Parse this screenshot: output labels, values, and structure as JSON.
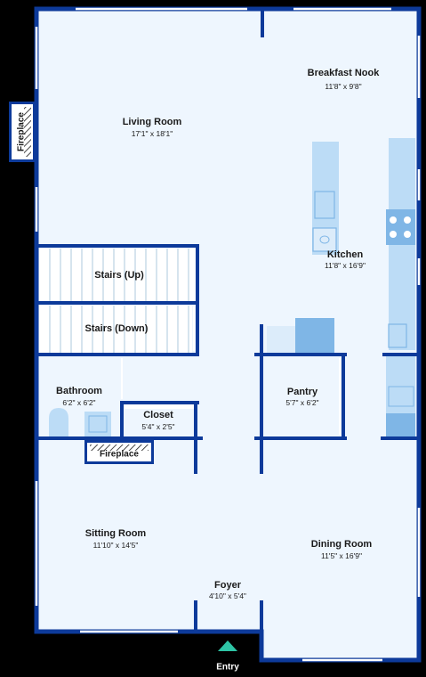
{
  "colors": {
    "background": "#000000",
    "floor": "#eef6fe",
    "wall": "#0d3a9a",
    "fixture": "#bcdcf6",
    "fixture_dark": "#7fb6e6",
    "window": "#ffffff",
    "entry_arrow": "#2ec4a5"
  },
  "rooms": {
    "breakfast_nook": {
      "name": "Breakfast Nook",
      "dims": "11'8\" x 9'8\""
    },
    "living_room": {
      "name": "Living Room",
      "dims": "17'1\" x 18'1\""
    },
    "kitchen": {
      "name": "Kitchen",
      "dims": "11'8\" x 16'9\""
    },
    "stairs_up": {
      "name": "Stairs (Up)"
    },
    "stairs_down": {
      "name": "Stairs (Down)"
    },
    "bathroom": {
      "name": "Bathroom",
      "dims": "6'2\" x 6'2\""
    },
    "closet": {
      "name": "Closet",
      "dims": "5'4\" x 2'5\""
    },
    "pantry": {
      "name": "Pantry",
      "dims": "5'7\" x 6'2\""
    },
    "sitting_room": {
      "name": "Sitting Room",
      "dims": "11'10\" x 14'5\""
    },
    "dining_room": {
      "name": "Dining Room",
      "dims": "11'5\" x 16'9\""
    },
    "foyer": {
      "name": "Foyer",
      "dims": "4'10\" x 5'4\""
    }
  },
  "fireplaces": {
    "living": "Fireplace",
    "sitting": "Fireplace"
  },
  "entry": {
    "label": "Entry",
    "icon": "entry-arrow-icon"
  }
}
